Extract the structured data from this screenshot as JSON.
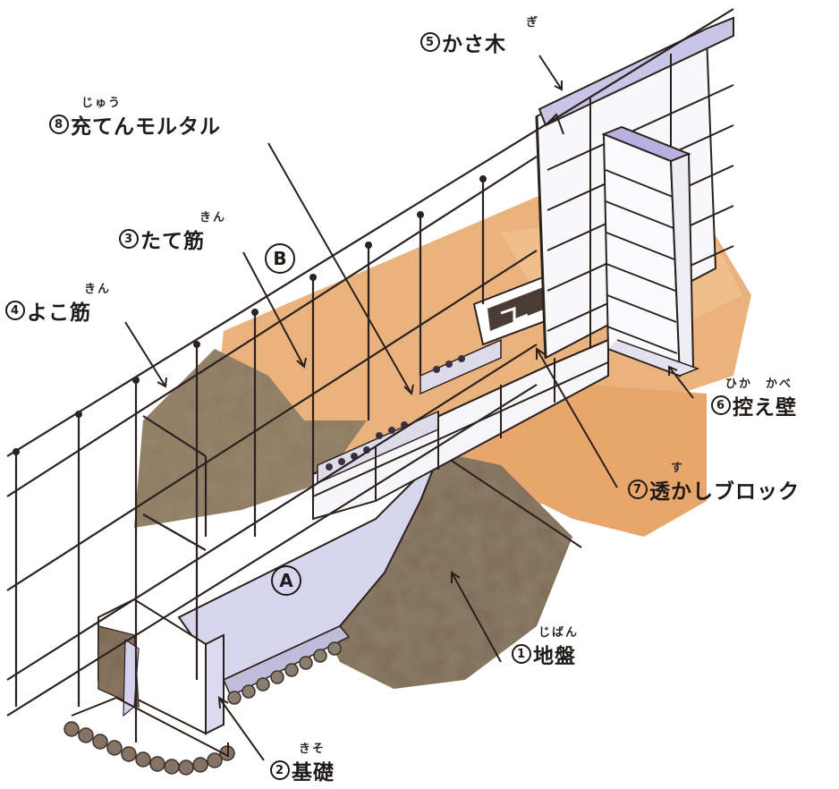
{
  "title": "Concrete block wall structure diagram",
  "colors": {
    "ground_orange": "#e7a46a",
    "ground_brown": "#7c6a55",
    "footing_lavender": "#d9d6ef",
    "block_white": "#f6f5f8",
    "cap_lavender": "#b9b4e0",
    "line": "#2b211c"
  },
  "labels": [
    {
      "id": "1",
      "number": "①",
      "ruby": "じばん",
      "text": "地盤",
      "meaning": "ground"
    },
    {
      "id": "2",
      "number": "②",
      "ruby": "きそ",
      "text": "基礎",
      "meaning": "foundation"
    },
    {
      "id": "3",
      "number": "③",
      "ruby": "きん",
      "text": "たて筋",
      "meaning": "vertical rebar"
    },
    {
      "id": "4",
      "number": "④",
      "ruby": "きん",
      "text": "よこ筋",
      "meaning": "horizontal rebar"
    },
    {
      "id": "5",
      "number": "⑤",
      "ruby": "ぎ",
      "text": "かさ木",
      "meaning": "coping"
    },
    {
      "id": "6",
      "number": "⑥",
      "ruby": "ひか　かべ",
      "text": "控え壁",
      "meaning": "buttress wall"
    },
    {
      "id": "7",
      "number": "⑦",
      "ruby": "す",
      "text": "透かしブロック",
      "meaning": "openwork block"
    },
    {
      "id": "8",
      "number": "⑧",
      "ruby": "じゅう",
      "text": "充てんモルタル",
      "meaning": "filling mortar"
    }
  ],
  "markers": [
    {
      "id": "A",
      "text": "A"
    },
    {
      "id": "B",
      "text": "B"
    }
  ]
}
